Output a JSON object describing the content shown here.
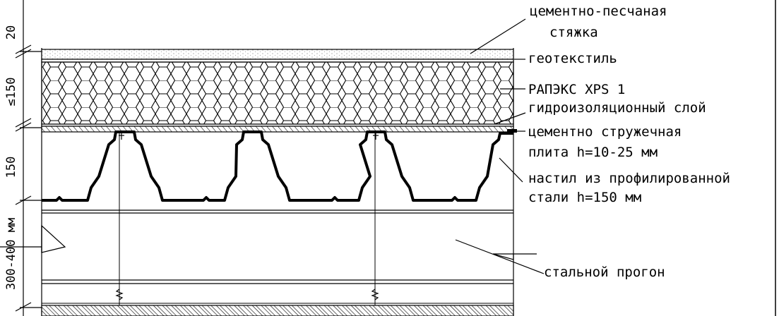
{
  "dimensions": {
    "screed": "20",
    "insulation": "≤150",
    "deck": "150",
    "purlin": "300-400 мм"
  },
  "labels": {
    "screed_line1": "цементно-песчаная",
    "screed_line2": "стяжка",
    "geotextile": "геотекстиль",
    "xps": "РАПЭКС XPS 1",
    "waterproofing": "гидроизоляционный слой",
    "board_line1": "цементно стружечная",
    "board_line2": "плита h=10-25 мм",
    "deck_line1": "настил из профилированной",
    "deck_line2": "стали h=150 мм",
    "purlin": "стальной прогон"
  }
}
